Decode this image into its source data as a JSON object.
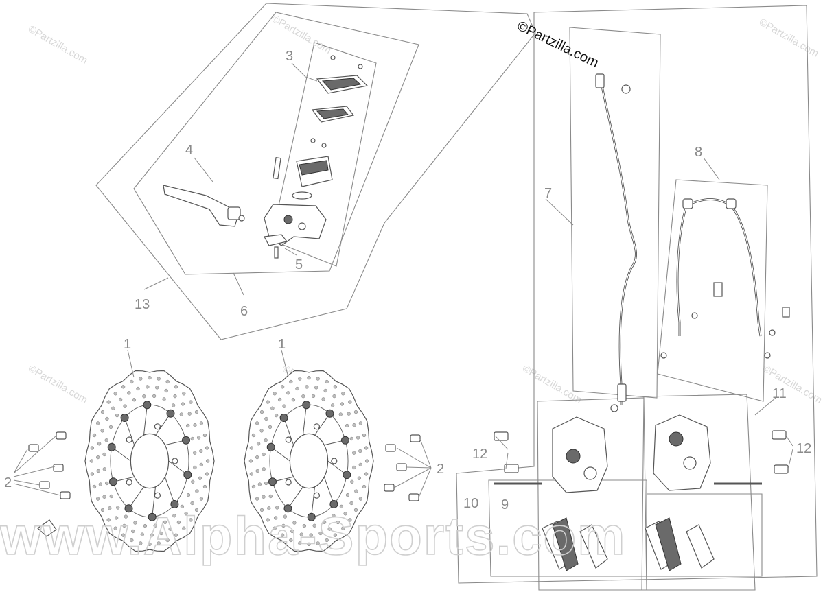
{
  "watermarks": {
    "corner": "©Partzilla.com",
    "repeated": "©Partzilla.com",
    "banner": "www.Alpha-Sports.com"
  },
  "callouts": {
    "c1a": "1",
    "c1b": "1",
    "c2a": "2",
    "c2b": "2",
    "c3": "3",
    "c4": "4",
    "c5": "5",
    "c6": "6",
    "c7": "7",
    "c8": "8",
    "c9": "9",
    "c10": "10",
    "c11": "11",
    "c12a": "12",
    "c12b": "12",
    "c13": "13"
  },
  "colors": {
    "line": "#8a8a8a",
    "part": "#555555",
    "watermark": "#d8d8d8",
    "corner_watermark": "#111111"
  }
}
